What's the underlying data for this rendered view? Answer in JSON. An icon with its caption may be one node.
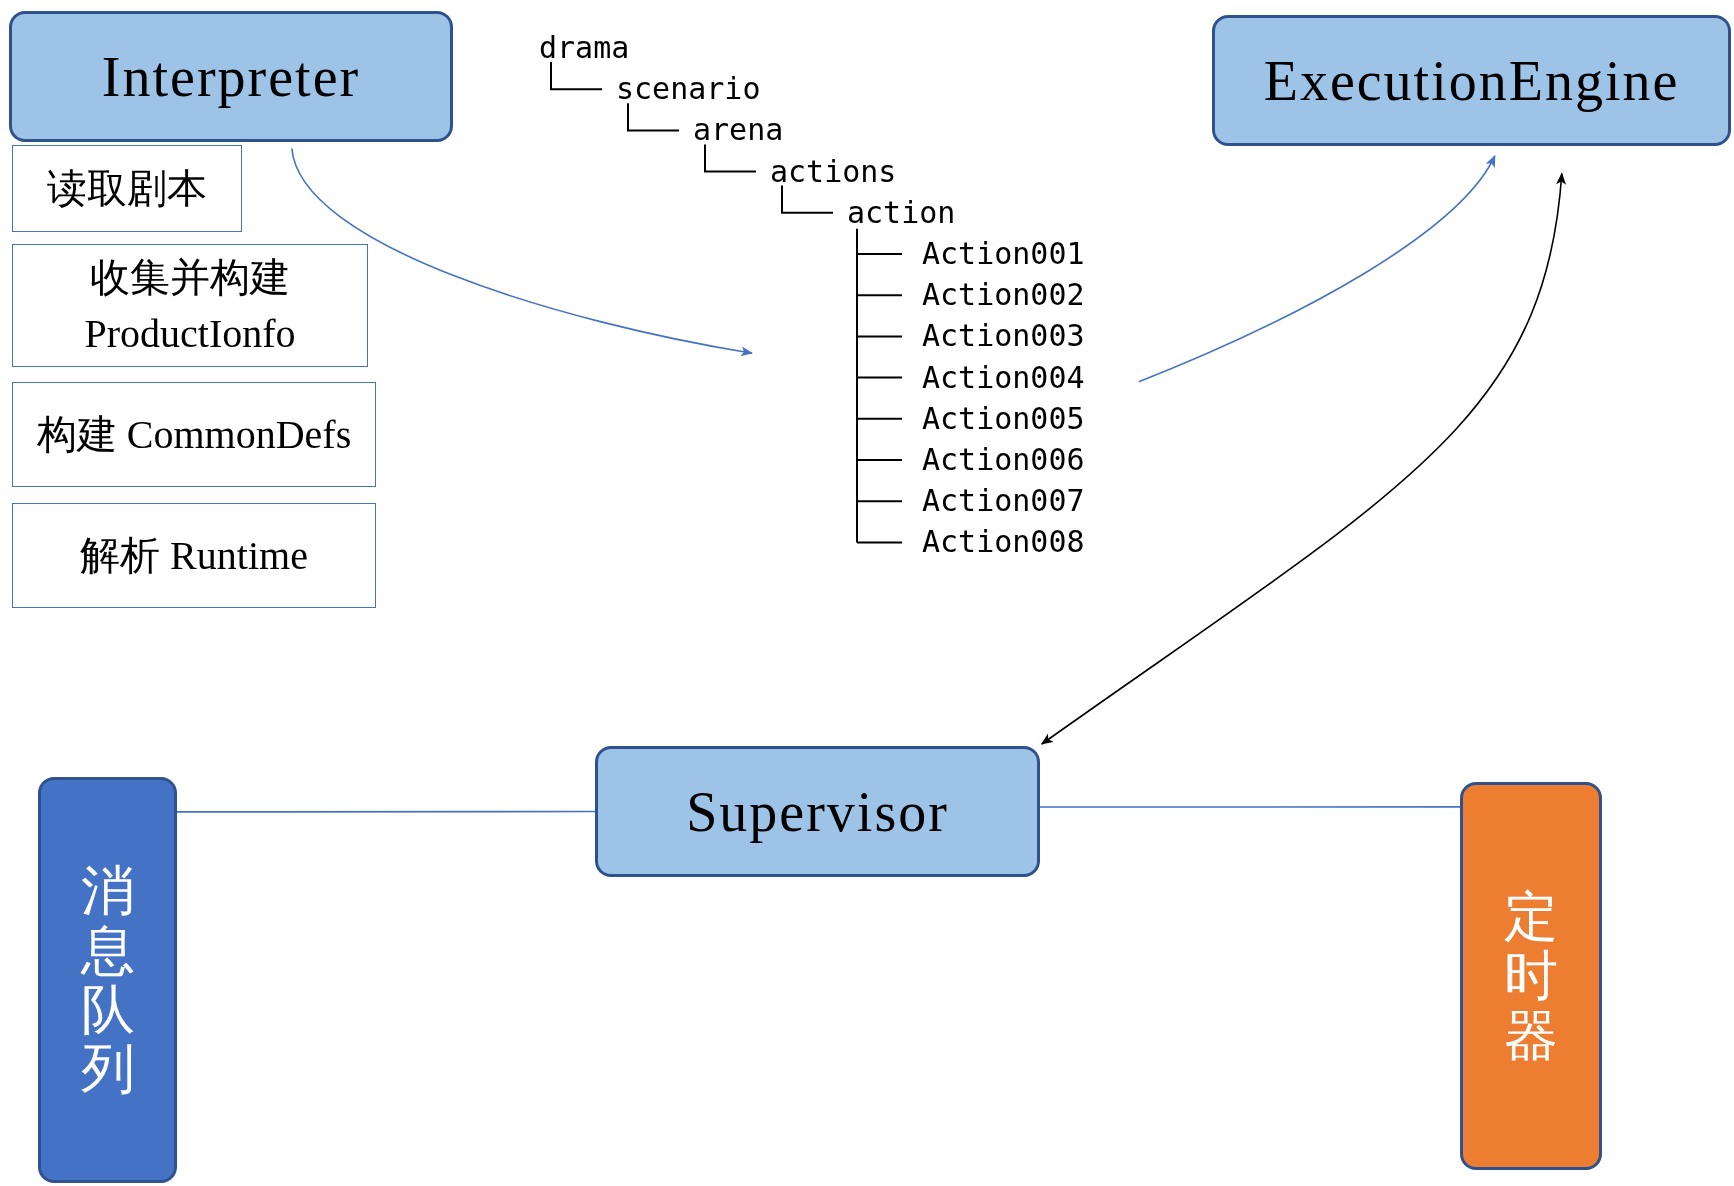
{
  "diagram": {
    "nodes": [
      {
        "text": [
          "Interpreter"
        ]
      },
      {
        "text": [
          "读取剧本"
        ]
      },
      {
        "text": [
          "收集并构建 ProductIonfo"
        ]
      },
      {
        "text": [
          "构建 CommonDefs"
        ]
      },
      {
        "text": [
          "解析 Runtime"
        ]
      },
      {
        "text": [
          "drama",
          "scenario",
          "arena",
          "actions",
          "action",
          "Action001",
          "Action002",
          "Action003",
          "Action004",
          "Action005",
          "Action006",
          "Action007",
          "Action008"
        ]
      },
      {
        "text": [
          "ExecutionEngine"
        ]
      },
      {
        "text": [
          "Supervisor"
        ]
      },
      {
        "text": [
          "消息队列"
        ]
      },
      {
        "text": [
          "定时器"
        ]
      }
    ],
    "edges": [
      {
        "from": 0,
        "to": 5,
        "arrow": "to"
      },
      {
        "from": 5,
        "to": 6,
        "arrow": "to"
      },
      {
        "from": 7,
        "to": 6,
        "arrow": "both",
        "color": "#000000"
      },
      {
        "from": 8,
        "to": 7,
        "arrow": "none"
      },
      {
        "from": 7,
        "to": 9,
        "arrow": "none"
      }
    ]
  }
}
